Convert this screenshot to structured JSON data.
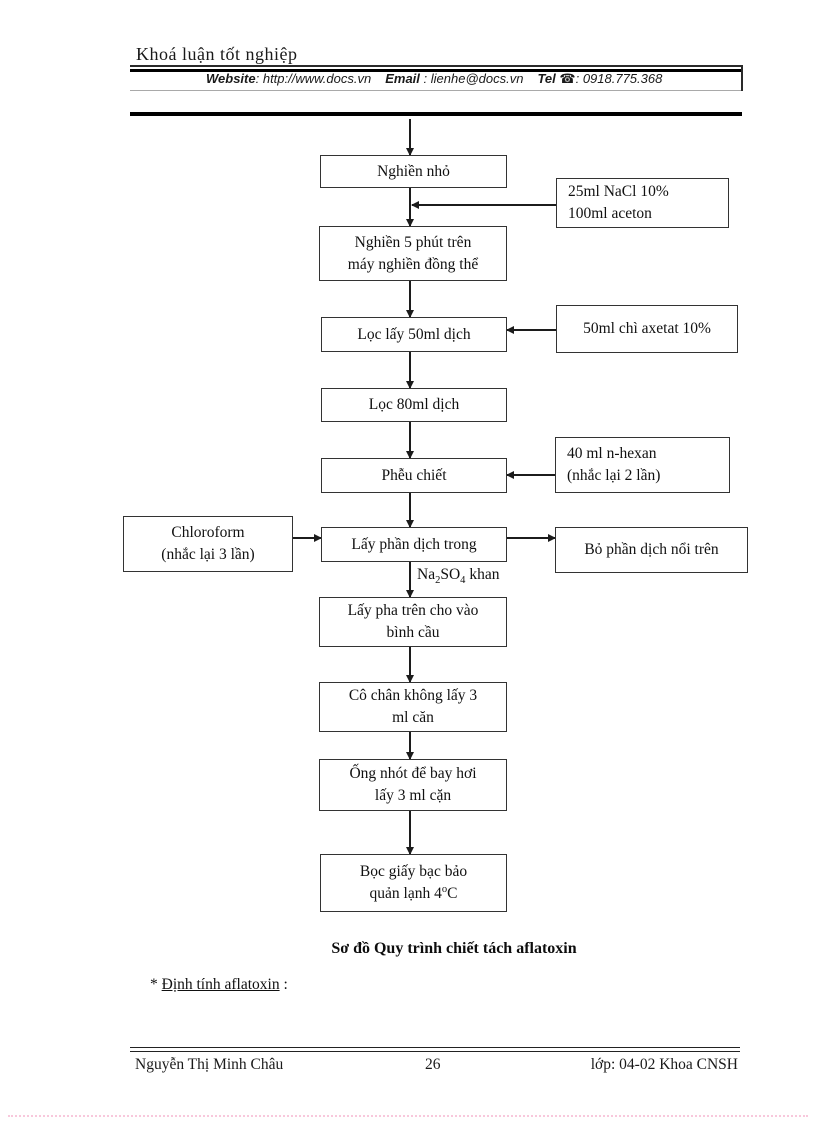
{
  "header": {
    "title": "Khoá luận tốt nghiệp",
    "website_label": "Website",
    "website_value": ": http://www.docs.vn",
    "email_label": "Email",
    "email_value": ": lienhe@docs.vn",
    "tel_label": "Tel",
    "phone_icon": "☎",
    "tel_value": ": 0918.775.368"
  },
  "flowchart": {
    "steps": [
      {
        "lines": [
          "Nghiền nhỏ"
        ]
      },
      {
        "lines": [
          "Nghiền 5 phút trên",
          "máy nghiền đồng thể"
        ]
      },
      {
        "lines": [
          "Lọc lấy 50ml dịch"
        ]
      },
      {
        "lines": [
          "Lọc 80ml dịch"
        ]
      },
      {
        "lines": [
          "Phễu chiết"
        ]
      },
      {
        "lines": [
          "Lấy phần dịch trong"
        ]
      },
      {
        "lines": [
          "Lấy pha trên cho vào",
          "bình cầu"
        ]
      },
      {
        "lines": [
          "Cô chân không lấy 3",
          "ml căn"
        ]
      },
      {
        "lines": [
          "Ống nhót để bay hơi",
          "lấy 3 ml cặn"
        ]
      },
      {
        "lines": [
          "Bọc giấy bạc bảo"
        ],
        "line2": {
          "pre": "quản lạnh 4",
          "sup": "o",
          "post": "C"
        }
      }
    ],
    "side_boxes": {
      "nacl": {
        "lines": [
          "25ml NaCl 10%",
          "100ml aceton"
        ]
      },
      "axetat": {
        "lines": [
          "50ml chì axetat 10%"
        ]
      },
      "hexan": {
        "lines": [
          "40 ml n-hexan",
          "(nhắc lại 2 lần)"
        ]
      },
      "chloroform": {
        "lines": [
          "Chloroform",
          "(nhắc lại 3 lần)"
        ]
      },
      "discard": {
        "lines": [
          "Bỏ phần dịch nổi trên"
        ]
      }
    },
    "na2so4": {
      "pre": "Na",
      "sub1": "2",
      "mid": "SO",
      "sub2": "4",
      "post": " khan"
    },
    "caption": "Sơ đồ Quy trình chiết tách aflatoxin"
  },
  "body_text": {
    "note_star": "* ",
    "note_underlined": "Định tính aflatoxin",
    "note_suffix": " :"
  },
  "footer": {
    "author": "Nguyễn Thị Minh Châu",
    "page_number": "26",
    "class_info": "lớp: 04-02  Khoa CNSH"
  }
}
